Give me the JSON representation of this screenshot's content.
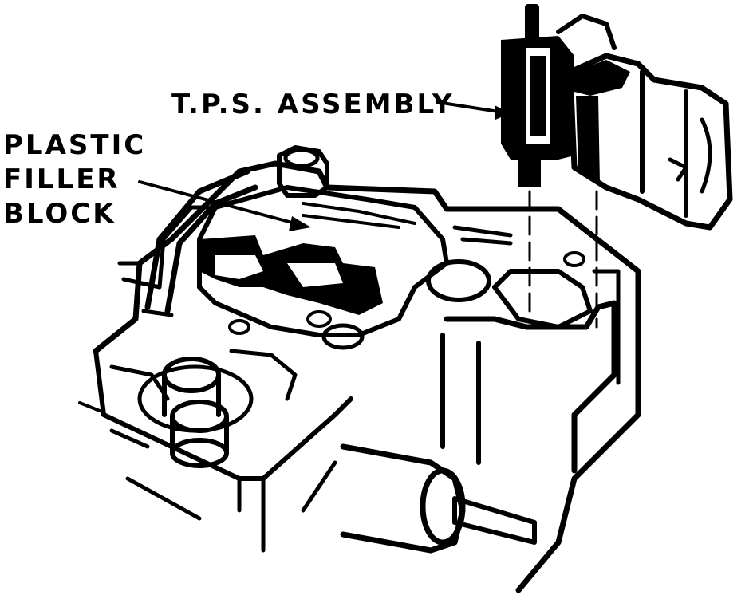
{
  "labels": {
    "tps_assembly": "T.P.S. ASSEMBLY",
    "plastic_filler_block": [
      "PLASTIC",
      "FILLER",
      "BLOCK"
    ]
  },
  "colors": {
    "ink": "#000000",
    "paper": "#ffffff"
  }
}
